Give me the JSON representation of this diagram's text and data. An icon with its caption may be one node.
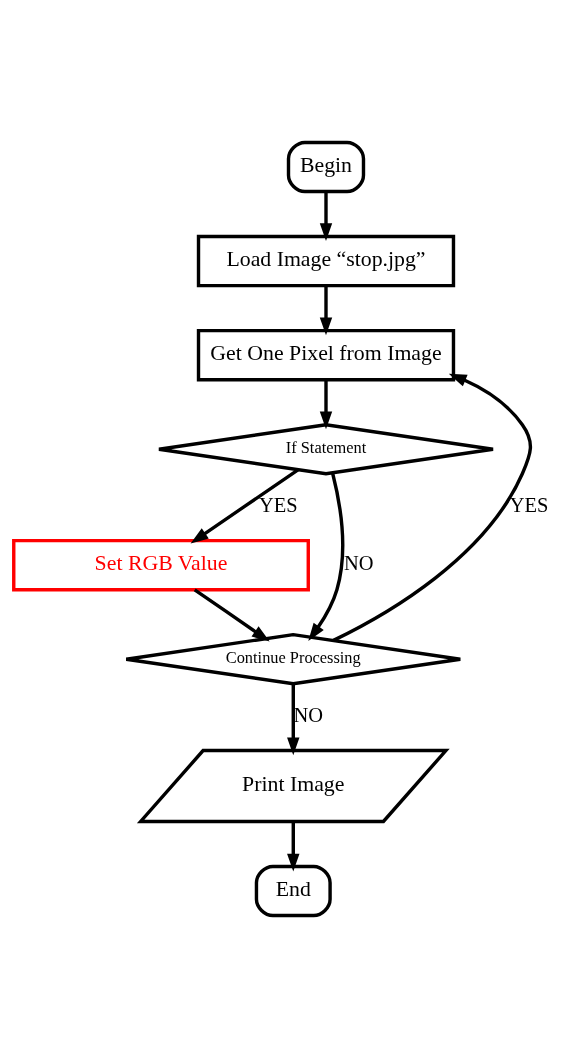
{
  "diagram": {
    "nodes": [
      {
        "text": [
          "Begin"
        ]
      },
      {
        "text": [
          "Load Image “stop.jpg”"
        ]
      },
      {
        "text": [
          "Get One Pixel from Image"
        ]
      },
      {
        "text": [
          "If Statement"
        ]
      },
      {
        "text": [
          "Set RGB Value"
        ]
      },
      {
        "text": [
          "Continue Processing"
        ]
      },
      {
        "text": [
          "Print Image"
        ]
      },
      {
        "text": [
          "End"
        ]
      }
    ],
    "edges": [
      {
        "from": 0,
        "to": 1,
        "arrow": "to"
      },
      {
        "from": 1,
        "to": 2,
        "arrow": "to"
      },
      {
        "from": 2,
        "to": 3,
        "arrow": "to"
      },
      {
        "from": 3,
        "to": 4,
        "arrow": "to",
        "label": "YES"
      },
      {
        "from": 4,
        "to": 5,
        "arrow": "to"
      },
      {
        "from": 5,
        "to": 6,
        "arrow": "to",
        "label": "NO"
      },
      {
        "from": 5,
        "to": 2,
        "arrow": "to",
        "label": "YES"
      },
      {
        "from": 3,
        "to": 5,
        "arrow": "to",
        "label": "NO"
      },
      {
        "from": 6,
        "to": 7,
        "arrow": "to"
      }
    ]
  }
}
